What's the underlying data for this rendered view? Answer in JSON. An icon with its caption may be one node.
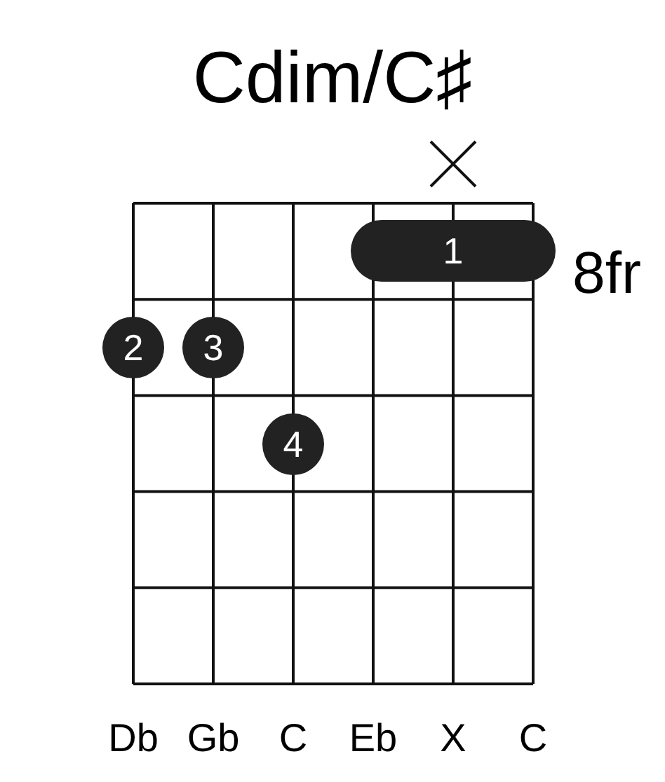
{
  "diagram": {
    "title": "Cdim/C♯",
    "nodes": [
      {
        "text": [
          "1"
        ]
      },
      {
        "text": [
          "2"
        ]
      },
      {
        "text": [
          "3"
        ]
      },
      {
        "text": [
          "4"
        ]
      }
    ],
    "labels": [
      "8fr",
      "Db",
      "Gb",
      "C",
      "Eb",
      "X",
      "C"
    ]
  }
}
